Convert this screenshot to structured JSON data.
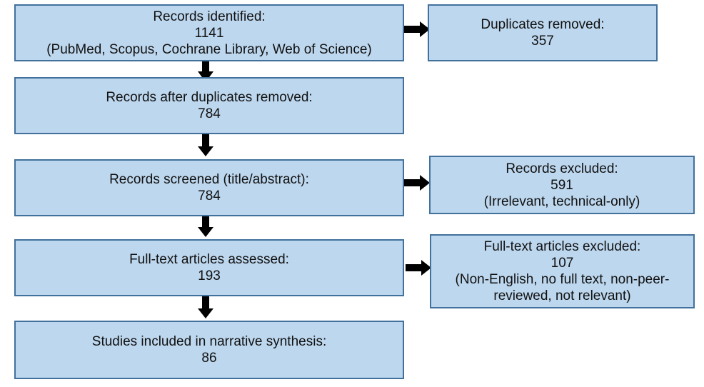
{
  "flow": {
    "identified": {
      "title": "Records identified:",
      "count": "1141",
      "note": "(PubMed, Scopus, Cochrane Library, Web of Science)"
    },
    "duplicates": {
      "title": "Duplicates removed:",
      "count": "357"
    },
    "after_duplicates": {
      "title": "Records after duplicates removed:",
      "count": "784"
    },
    "screened": {
      "title": "Records screened (title/abstract):",
      "count": "784"
    },
    "excluded": {
      "title": "Records excluded:",
      "count": "591",
      "note": "(Irrelevant, technical-only)"
    },
    "fulltext": {
      "title": "Full-text articles assessed:",
      "count": "193"
    },
    "fulltext_excluded": {
      "title": "Full-text articles excluded:",
      "count": "107",
      "note_line1": "(Non-English, no full text, non-peer-",
      "note_line2": "reviewed, not relevant)"
    },
    "included": {
      "title": "Studies included in narrative synthesis:",
      "count": "86"
    }
  },
  "colors": {
    "box_fill": "#bdd7ee",
    "box_border": "#41719c",
    "arrow": "#000000"
  }
}
